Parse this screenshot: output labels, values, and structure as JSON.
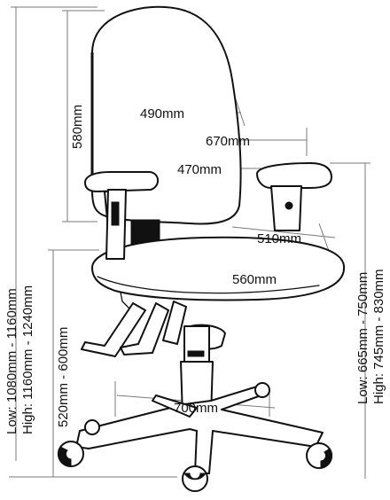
{
  "dimensions": {
    "back_height": "580mm",
    "back_width": "490mm",
    "arm_outer_width": "670mm",
    "arm_inner_width": "470mm",
    "seat_depth": "510mm",
    "seat_width": "560mm",
    "base_diameter": "700mm",
    "overall_height_low": "Low: 1080mm - 1160mm",
    "overall_height_high": "High: 1160mm - 1240mm",
    "seat_height": "520mm - 600mm",
    "arm_height_low": "Low: 665mm - 750mm",
    "arm_height_high": "High: 745mm - 830mm"
  }
}
